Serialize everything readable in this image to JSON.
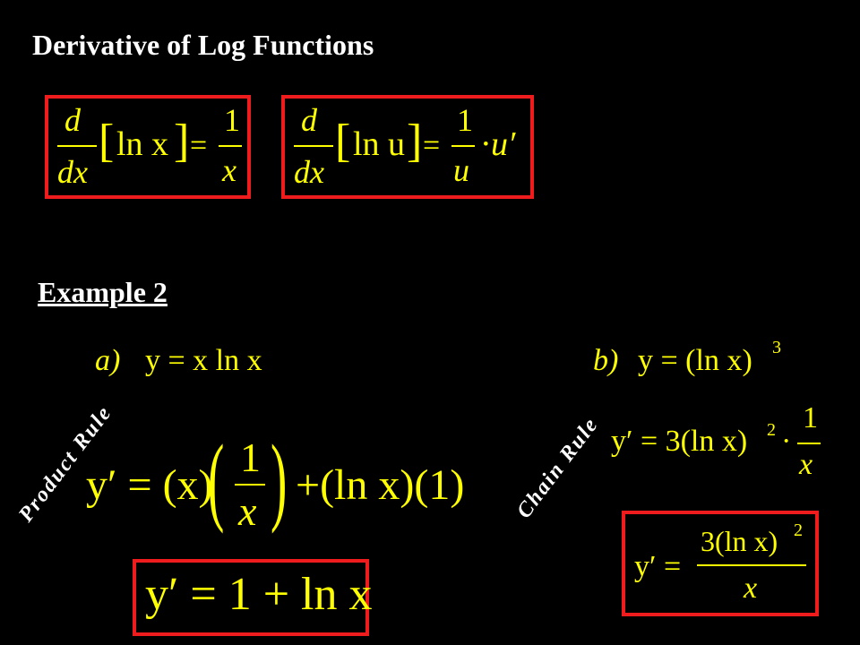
{
  "title": "Derivative of Log Functions",
  "heading": "Example 2",
  "label_product": "Product Rule",
  "label_chain": "Chain Rule",
  "glyphs": {
    "d": "d",
    "dx": "dx",
    "lbracket": "[",
    "rbracket": "]",
    "ln_x": "ln x",
    "ln_u": "ln u",
    "eq": "=",
    "one": "1",
    "x": "x",
    "u": "u",
    "dot": "·",
    "u_prime": "u′"
  },
  "part_a": {
    "label": "a)",
    "eq": "y = x ln x",
    "work_lhs": "y′ = (x)",
    "work_rhs": "+(ln x)(1)",
    "result": "y′ = 1 + ln x"
  },
  "part_b": {
    "label": "b)",
    "eq_base": "y = (ln x)",
    "eq_exp": "3",
    "work_lhs": "y′ = 3(ln x)",
    "work_exp": "2",
    "work_dot": "·",
    "result_lhs": "y′ =",
    "result_num": "3(ln x)",
    "result_exp": "2"
  }
}
